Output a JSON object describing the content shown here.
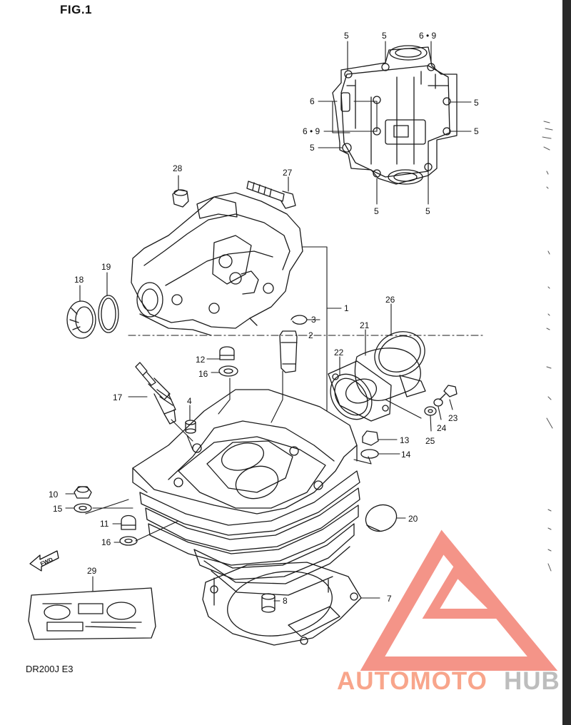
{
  "figure": {
    "title": "FIG.1",
    "model": "DR200J  E3"
  },
  "watermark": {
    "part1": "AUTOMOTO",
    "part2": "HUB",
    "color1": "#f8a58b",
    "color2": "#bdbdbd",
    "logo_color": "#f27d6f"
  },
  "callouts": [
    {
      "id": "5-a",
      "label": "5"
    },
    {
      "id": "5-b",
      "label": "5"
    },
    {
      "id": "6-9-a",
      "label": "6 • 9"
    },
    {
      "id": "6-a",
      "label": "6"
    },
    {
      "id": "5-c",
      "label": "5"
    },
    {
      "id": "6-9-b",
      "label": "6 • 9"
    },
    {
      "id": "5-d",
      "label": "5"
    },
    {
      "id": "5-e",
      "label": "5"
    },
    {
      "id": "5-f",
      "label": "5"
    },
    {
      "id": "5-g",
      "label": "5"
    },
    {
      "id": "5-h",
      "label": "5"
    },
    {
      "id": "28",
      "label": "28"
    },
    {
      "id": "27",
      "label": "27"
    },
    {
      "id": "18",
      "label": "18"
    },
    {
      "id": "19",
      "label": "19"
    },
    {
      "id": "1",
      "label": "1"
    },
    {
      "id": "3",
      "label": "3"
    },
    {
      "id": "26",
      "label": "26"
    },
    {
      "id": "2",
      "label": "2"
    },
    {
      "id": "21",
      "label": "21"
    },
    {
      "id": "12",
      "label": "12"
    },
    {
      "id": "22",
      "label": "22"
    },
    {
      "id": "16-a",
      "label": "16"
    },
    {
      "id": "17",
      "label": "17"
    },
    {
      "id": "4",
      "label": "4"
    },
    {
      "id": "23",
      "label": "23"
    },
    {
      "id": "24",
      "label": "24"
    },
    {
      "id": "25",
      "label": "25"
    },
    {
      "id": "13",
      "label": "13"
    },
    {
      "id": "14",
      "label": "14"
    },
    {
      "id": "10",
      "label": "10"
    },
    {
      "id": "15",
      "label": "15"
    },
    {
      "id": "20",
      "label": "20"
    },
    {
      "id": "11",
      "label": "11"
    },
    {
      "id": "16-b",
      "label": "16"
    },
    {
      "id": "29",
      "label": "29"
    },
    {
      "id": "8",
      "label": "8"
    },
    {
      "id": "7",
      "label": "7"
    }
  ],
  "fwd_label": "FWD"
}
